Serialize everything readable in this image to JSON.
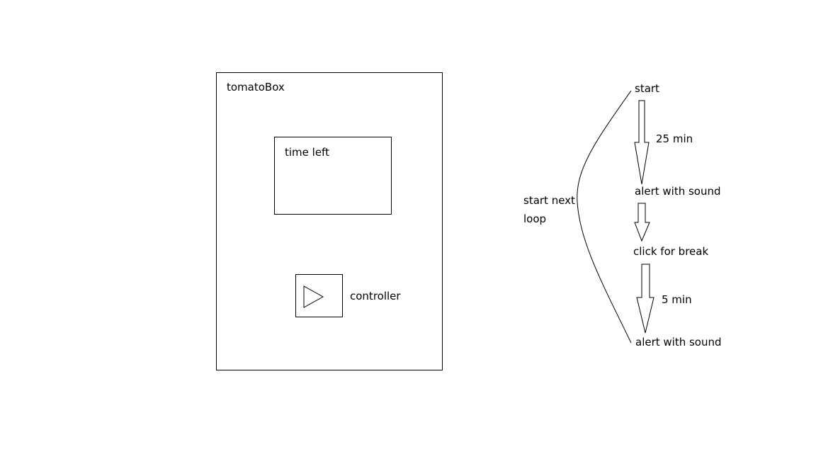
{
  "mockup": {
    "container_label": "tomatoBox",
    "display_label": "time left",
    "controller_label": "controller",
    "controller_icon": "play-triangle-icon"
  },
  "flow": {
    "steps": [
      "start",
      "alert with sound",
      "click for break",
      "alert with sound"
    ],
    "durations": [
      "25 min",
      "5 min"
    ],
    "loop_label": "start next loop"
  }
}
